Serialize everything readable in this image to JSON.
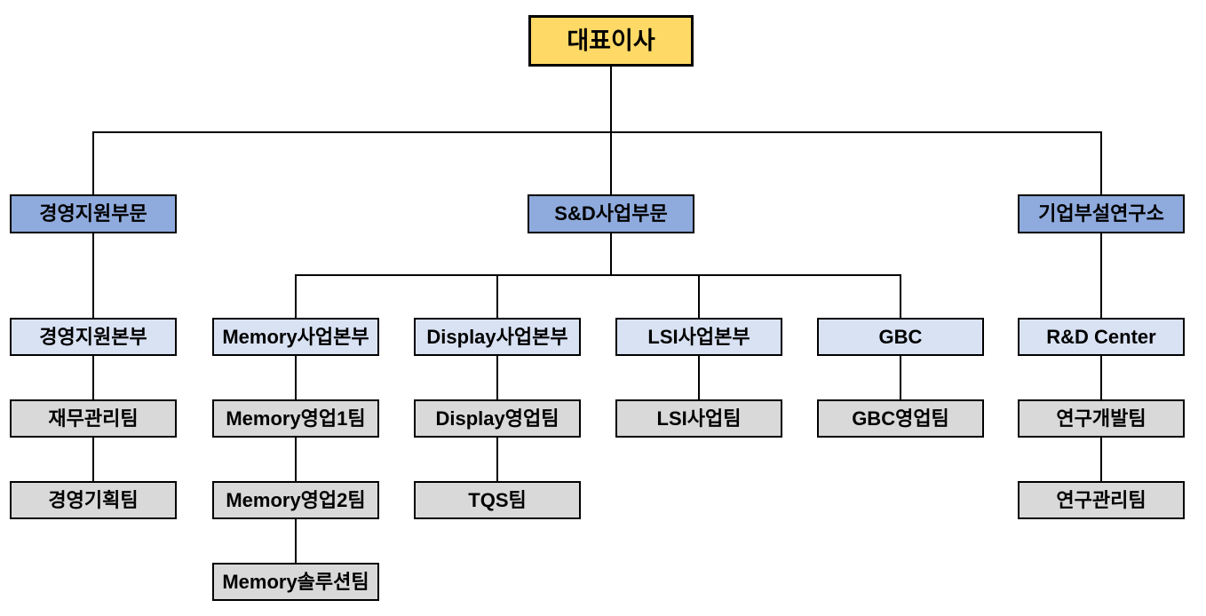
{
  "colors": {
    "ceo_fill": "#FFD966",
    "division_fill": "#8FAADC",
    "headquarters_fill": "#D9E2F3",
    "team_fill": "#D9D9D9",
    "border": "#000000",
    "connector": "#000000",
    "background": "#FFFFFF"
  },
  "nodes": {
    "ceo": {
      "label": "대표이사"
    },
    "division_management": {
      "label": "경영지원부문"
    },
    "division_snd": {
      "label": "S&D사업부문"
    },
    "division_research": {
      "label": "기업부설연구소"
    },
    "hq_management": {
      "label": "경영지원본부"
    },
    "hq_memory": {
      "label": "Memory사업본부"
    },
    "hq_display": {
      "label": "Display사업본부"
    },
    "hq_lsi": {
      "label": "LSI사업본부"
    },
    "hq_gbc": {
      "label": "GBC"
    },
    "hq_rnd": {
      "label": "R&D Center"
    },
    "team_finance": {
      "label": "재무관리팀"
    },
    "team_memory_sales1": {
      "label": "Memory영업1팀"
    },
    "team_display_sales": {
      "label": "Display영업팀"
    },
    "team_lsi": {
      "label": "LSI사업팀"
    },
    "team_gbc_sales": {
      "label": "GBC영업팀"
    },
    "team_rnd_dev": {
      "label": "연구개발팀"
    },
    "team_management_planning": {
      "label": "경영기획팀"
    },
    "team_memory_sales2": {
      "label": "Memory영업2팀"
    },
    "team_tqs": {
      "label": "TQS팀"
    },
    "team_research_mgmt": {
      "label": "연구관리팀"
    },
    "team_memory_solution": {
      "label": "Memory솔루션팀"
    }
  }
}
